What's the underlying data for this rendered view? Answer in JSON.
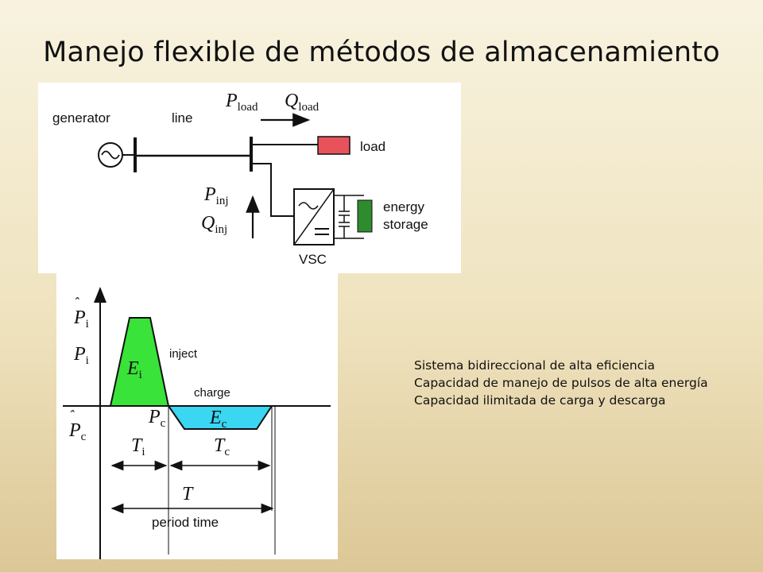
{
  "slide": {
    "title": "Manejo flexible de métodos de almacenamiento",
    "bullets": [
      "Sistema bidireccional de alta eficiencia",
      "Capacidad de manejo de pulsos de alta energía",
      "Capacidad ilimitada de carga y descarga"
    ]
  },
  "circuit": {
    "generator_label": "generator",
    "line_label": "line",
    "load_label": "load",
    "energy_storage_line1": "energy",
    "energy_storage_line2": "storage",
    "vsc_label": "VSC",
    "p_symbol": "P",
    "q_symbol": "Q",
    "load_subscript": "load",
    "inj_subscript": "inj",
    "load_color": "#e8525a",
    "storage_color": "#2e8b2e"
  },
  "waveform": {
    "p_symbol": "P",
    "i_subscript": "i",
    "c_subscript": "c",
    "e_symbol": "E",
    "t_symbol": "T",
    "inject_label": "inject",
    "charge_label": "charge",
    "period_label": "period time",
    "inject_color": "#39e339",
    "charge_color": "#3ad6f2"
  }
}
